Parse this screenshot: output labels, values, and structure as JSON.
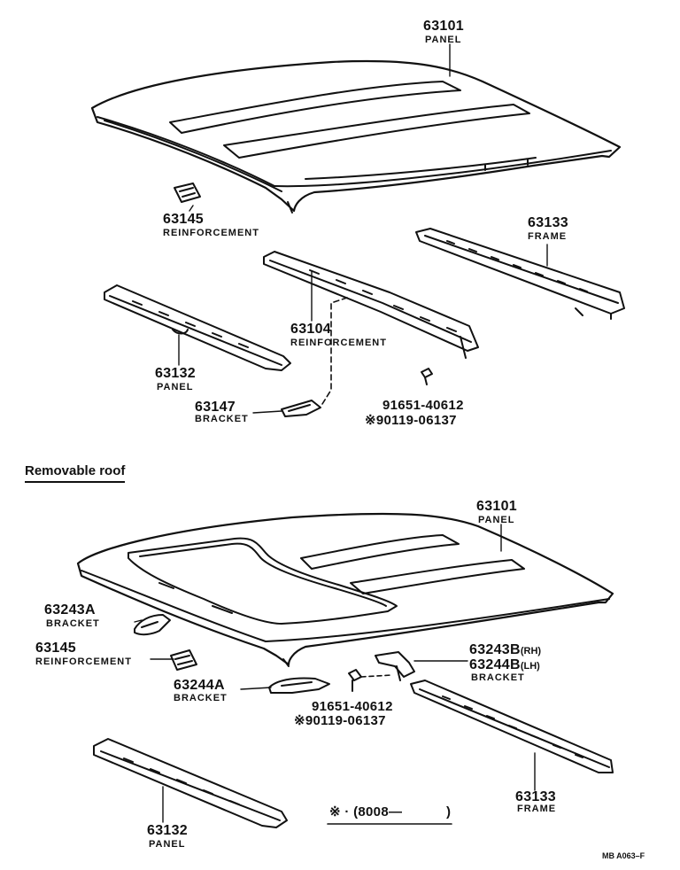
{
  "section_title": "Removable roof",
  "footnote": "※ · (8008—",
  "footnote_close": ")",
  "reference_code": "MB A063–F",
  "top_diagram": {
    "panel": {
      "num": "63101",
      "name": "PANEL"
    },
    "reinforcement_small": {
      "num": "63145",
      "name": "REINFORCEMENT"
    },
    "frame": {
      "num": "63133",
      "name": "FRAME"
    },
    "reinforcement_center": {
      "num": "63104",
      "name": "REINFORCEMENT"
    },
    "panel_front": {
      "num": "63132",
      "name": "PANEL"
    },
    "bracket": {
      "num": "63147",
      "name": "BRACKET"
    },
    "bolt": {
      "num": "91651-40612",
      "alt": "※90119-06137"
    }
  },
  "bottom_diagram": {
    "panel": {
      "num": "63101",
      "name": "PANEL"
    },
    "bracket_a": {
      "num": "63243A",
      "name": "BRACKET"
    },
    "reinforcement_small": {
      "num": "63145",
      "name": "REINFORCEMENT"
    },
    "bracket_b": {
      "num_rh": "63243B",
      "rh": "(RH)",
      "num_lh": "63244B",
      "lh": "(LH)",
      "name": "BRACKET"
    },
    "bracket_c": {
      "num": "63244A",
      "name": "BRACKET"
    },
    "bolt": {
      "num": "91651-40612",
      "alt": "※90119-06137"
    },
    "frame": {
      "num": "63133",
      "name": "FRAME"
    },
    "panel_front": {
      "num": "63132",
      "name": "PANEL"
    }
  }
}
